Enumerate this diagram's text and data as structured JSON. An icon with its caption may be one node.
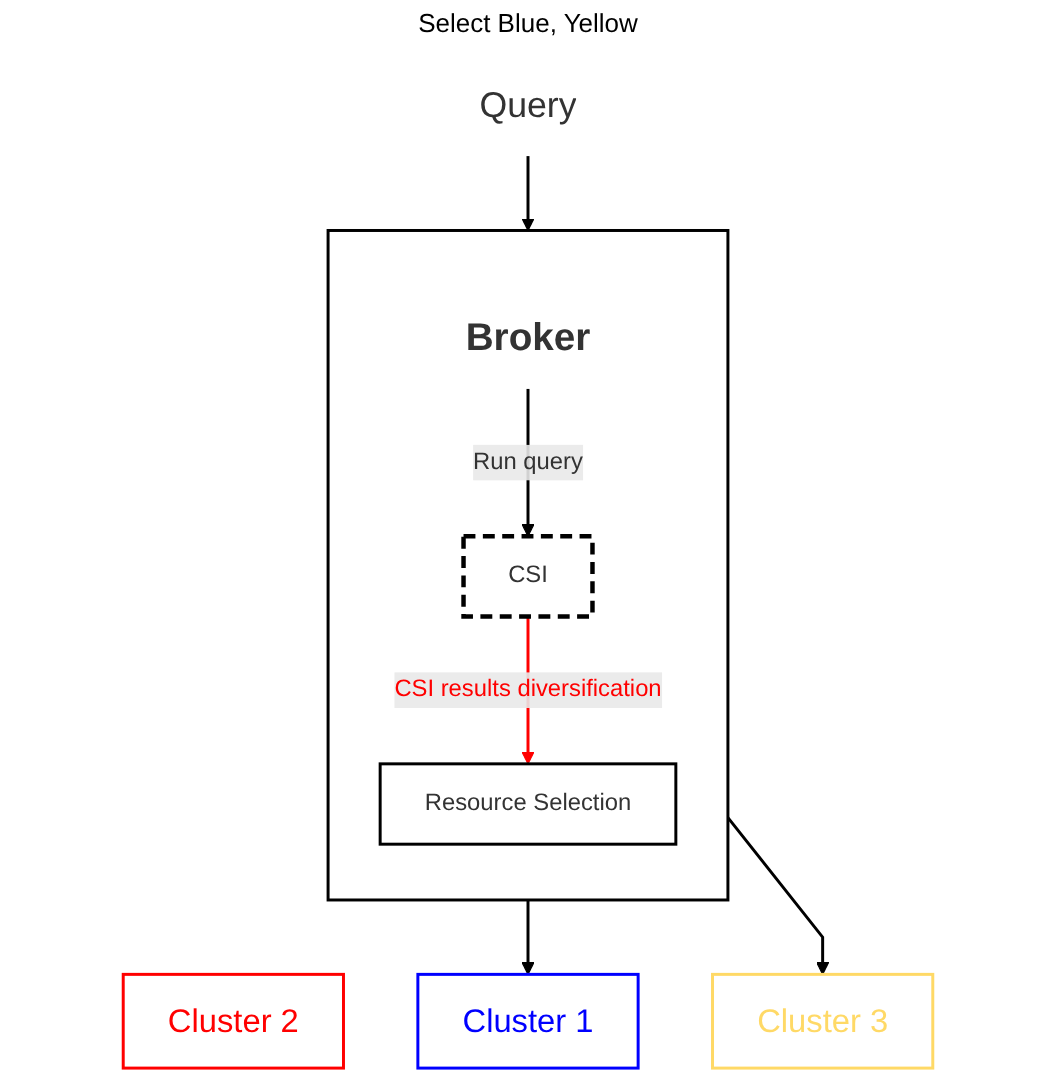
{
  "diagram": {
    "nodes": [
      {
        "text": [
          "Query"
        ]
      },
      {
        "text": [],
        "shape": "box"
      },
      {
        "text": [
          "Broker"
        ],
        "in": 1
      },
      {
        "text": [
          "CSI"
        ],
        "in": 1
      },
      {
        "text": [
          "Resource Selection"
        ],
        "in": 1
      },
      {
        "text": [
          "Cluster 1"
        ]
      },
      {
        "text": [
          "Cluster 2"
        ]
      },
      {
        "text": [
          "Cluster 3"
        ]
      }
    ],
    "edges": [
      {
        "from": 0,
        "to": 1,
        "arrow": "to"
      },
      {
        "from": 2,
        "to": 3,
        "arrow": "to",
        "label": "Run query"
      },
      {
        "from": 3,
        "to": 4,
        "arrow": "to",
        "label": "CSI results diversification",
        "color": "#ff0000"
      },
      {
        "from": 1,
        "to": 5,
        "arrow": "to"
      },
      {
        "from": 1,
        "to": 7,
        "arrow": "to"
      }
    ],
    "labels": [
      "Select Blue, Yellow"
    ]
  }
}
